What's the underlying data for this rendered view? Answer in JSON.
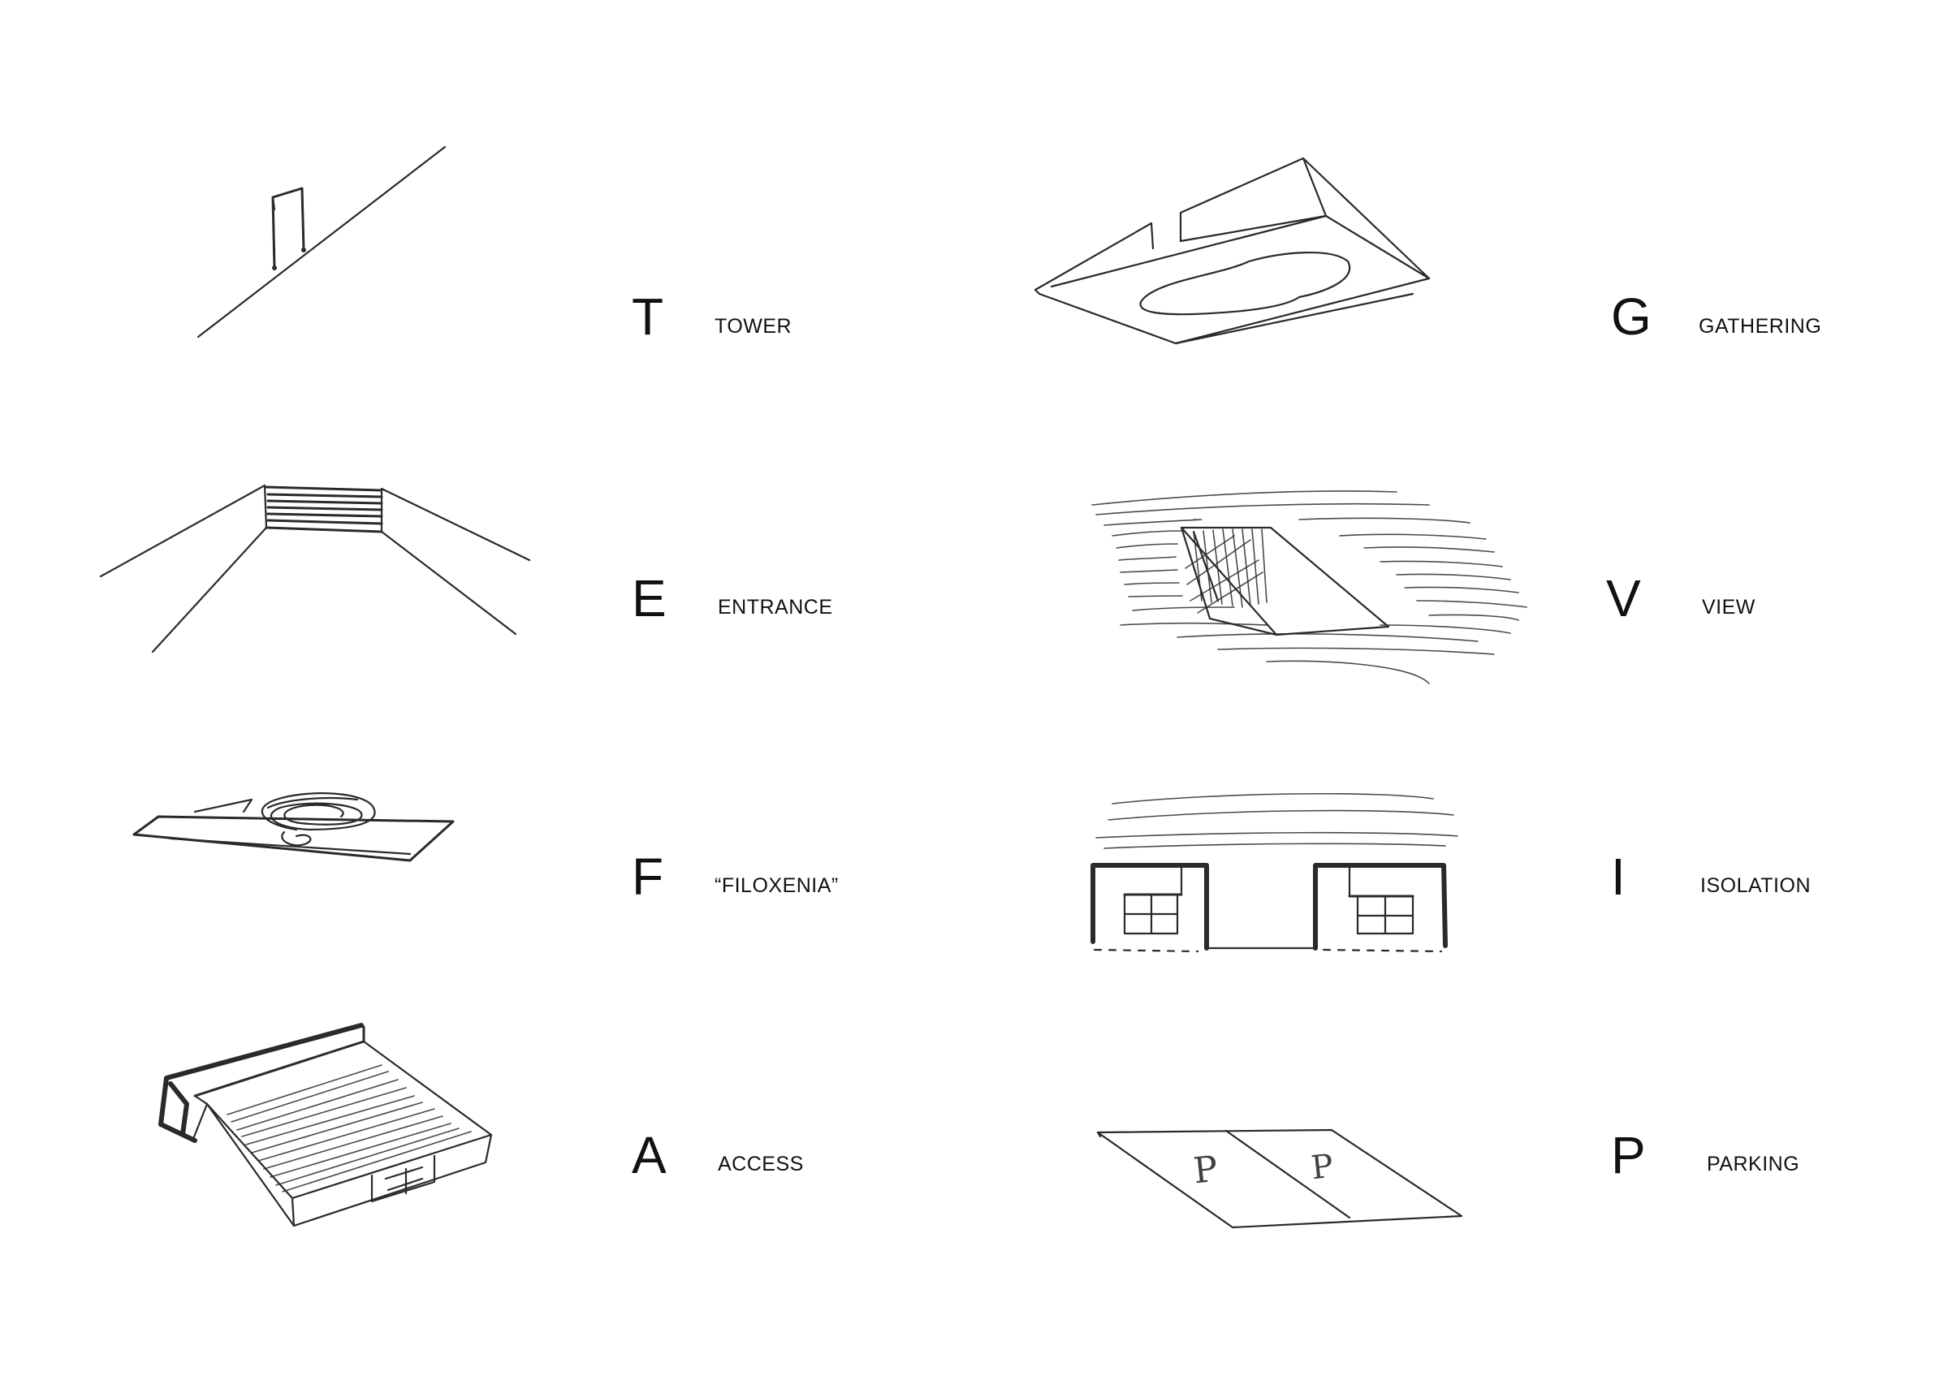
{
  "concepts": [
    {
      "letter": "T",
      "word": "TOWER",
      "icon": "tower-sketch"
    },
    {
      "letter": "E",
      "word": "ENTRANCE",
      "icon": "entrance-sketch"
    },
    {
      "letter": "F",
      "word": "“FILOXENIA”",
      "icon": "filoxenia-sketch"
    },
    {
      "letter": "A",
      "word": "ACCESS",
      "icon": "access-sketch"
    },
    {
      "letter": "G",
      "word": "GATHERING",
      "icon": "gathering-sketch"
    },
    {
      "letter": "V",
      "word": "VIEW",
      "icon": "view-sketch"
    },
    {
      "letter": "I",
      "word": "ISOLATION",
      "icon": "isolation-sketch"
    },
    {
      "letter": "P",
      "word": "PARKING",
      "icon": "parking-sketch"
    }
  ],
  "parking_marks": [
    "P",
    "P"
  ],
  "colors": {
    "ink": "#2a2a2a",
    "paper": "#ffffff"
  }
}
